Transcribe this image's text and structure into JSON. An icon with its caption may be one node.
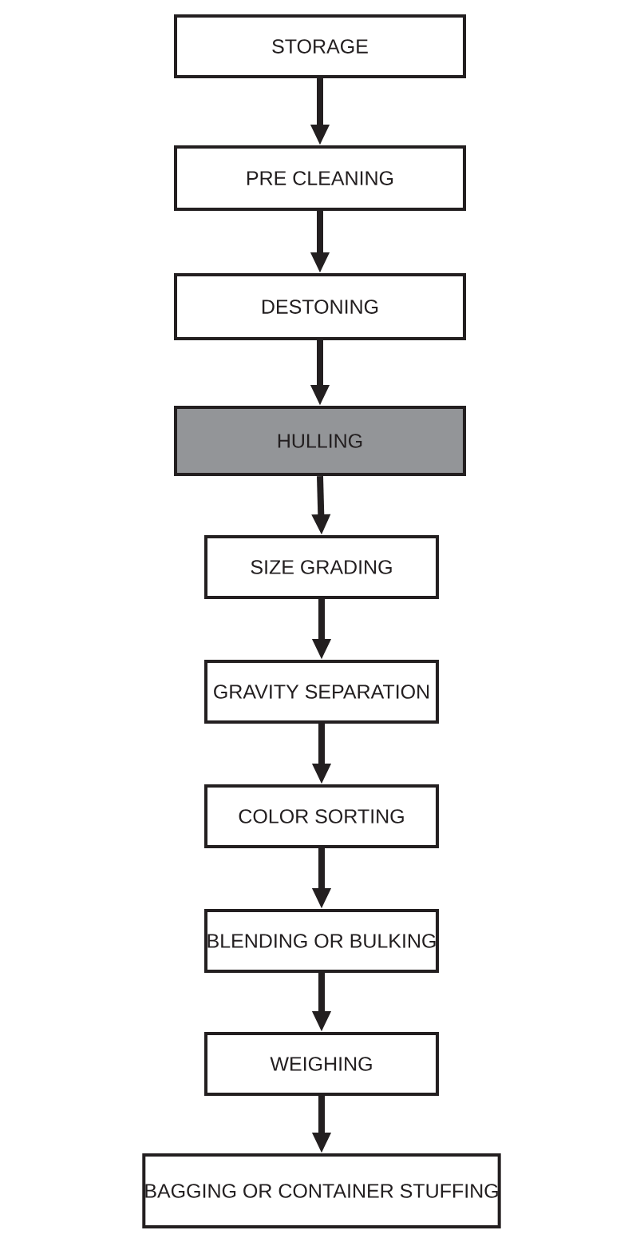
{
  "diagram": {
    "nodes": [
      {
        "text": [
          "STORAGE"
        ]
      },
      {
        "text": [
          "PRE CLEANING"
        ]
      },
      {
        "text": [
          "DESTONING"
        ]
      },
      {
        "text": [
          "HULLING"
        ]
      },
      {
        "text": [
          "SIZE GRADING"
        ]
      },
      {
        "text": [
          "GRAVITY SEPARATION"
        ]
      },
      {
        "text": [
          "COLOR SORTING"
        ]
      },
      {
        "text": [
          "BLENDING OR BULKING"
        ]
      },
      {
        "text": [
          "WEIGHING"
        ]
      },
      {
        "text": [
          "BAGGING OR CONTAINER STUFFING"
        ]
      }
    ],
    "edges": [
      {
        "from": 0,
        "to": 1,
        "arrow": "to"
      },
      {
        "from": 1,
        "to": 2,
        "arrow": "to"
      },
      {
        "from": 2,
        "to": 3,
        "arrow": "to"
      },
      {
        "from": 3,
        "to": 4,
        "arrow": "to"
      },
      {
        "from": 4,
        "to": 5,
        "arrow": "to"
      },
      {
        "from": 5,
        "to": 6,
        "arrow": "to"
      },
      {
        "from": 6,
        "to": 7,
        "arrow": "to"
      },
      {
        "from": 7,
        "to": 8,
        "arrow": "to"
      },
      {
        "from": 8,
        "to": 9,
        "arrow": "to"
      }
    ]
  }
}
